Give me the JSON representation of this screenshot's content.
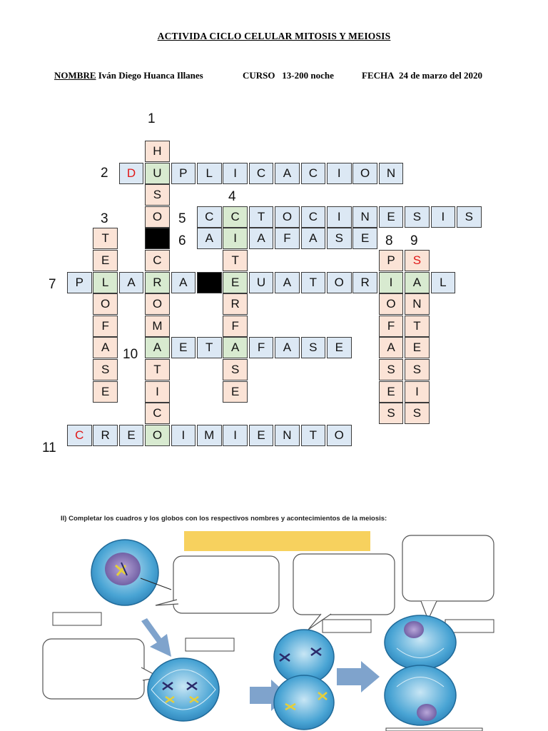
{
  "title": "ACTIVIDA CICLO CELULAR MITOSIS Y MEIOSIS",
  "header": {
    "nombre_label": "NOMBRE",
    "nombre_value": "Iván Diego Huanca Illanes",
    "curso_label": "CURSO",
    "curso_value": "13-200 noche",
    "fecha_label": "FECHA",
    "fecha_value": "24 de marzo del 2020"
  },
  "crossword": {
    "clue_numbers": [
      "1",
      "2",
      "3",
      "4",
      "5",
      "6",
      "7",
      "8",
      "9",
      "10",
      "11"
    ],
    "words": [
      {
        "num": "1",
        "word": "HUSOACROMATICO"
      },
      {
        "num": "2",
        "word": "DUPLICACION"
      },
      {
        "num": "3",
        "word": "TELOFASE"
      },
      {
        "num": "4",
        "word": "CITERFASE"
      },
      {
        "num": "5",
        "word": "CITOCINESIS"
      },
      {
        "num": "6",
        "word": "ANAFASE"
      },
      {
        "num": "7",
        "word": "PLACAECUATORIAL"
      },
      {
        "num": "8",
        "word": "PROFASES"
      },
      {
        "num": "9",
        "word": "SINTESIS"
      },
      {
        "num": "10",
        "word": "METAFASE"
      },
      {
        "num": "11",
        "word": "CRECIMIENTO"
      }
    ],
    "colors": {
      "across": "#dce8f4",
      "down": "#fbe3d6",
      "intersection": "#d8ead0",
      "highlight_letter": "#e01818"
    }
  },
  "section2": {
    "title": "II) Completar los cuadros y los globos con los respectivos nombres y acontecimientos de la meiosis:"
  }
}
